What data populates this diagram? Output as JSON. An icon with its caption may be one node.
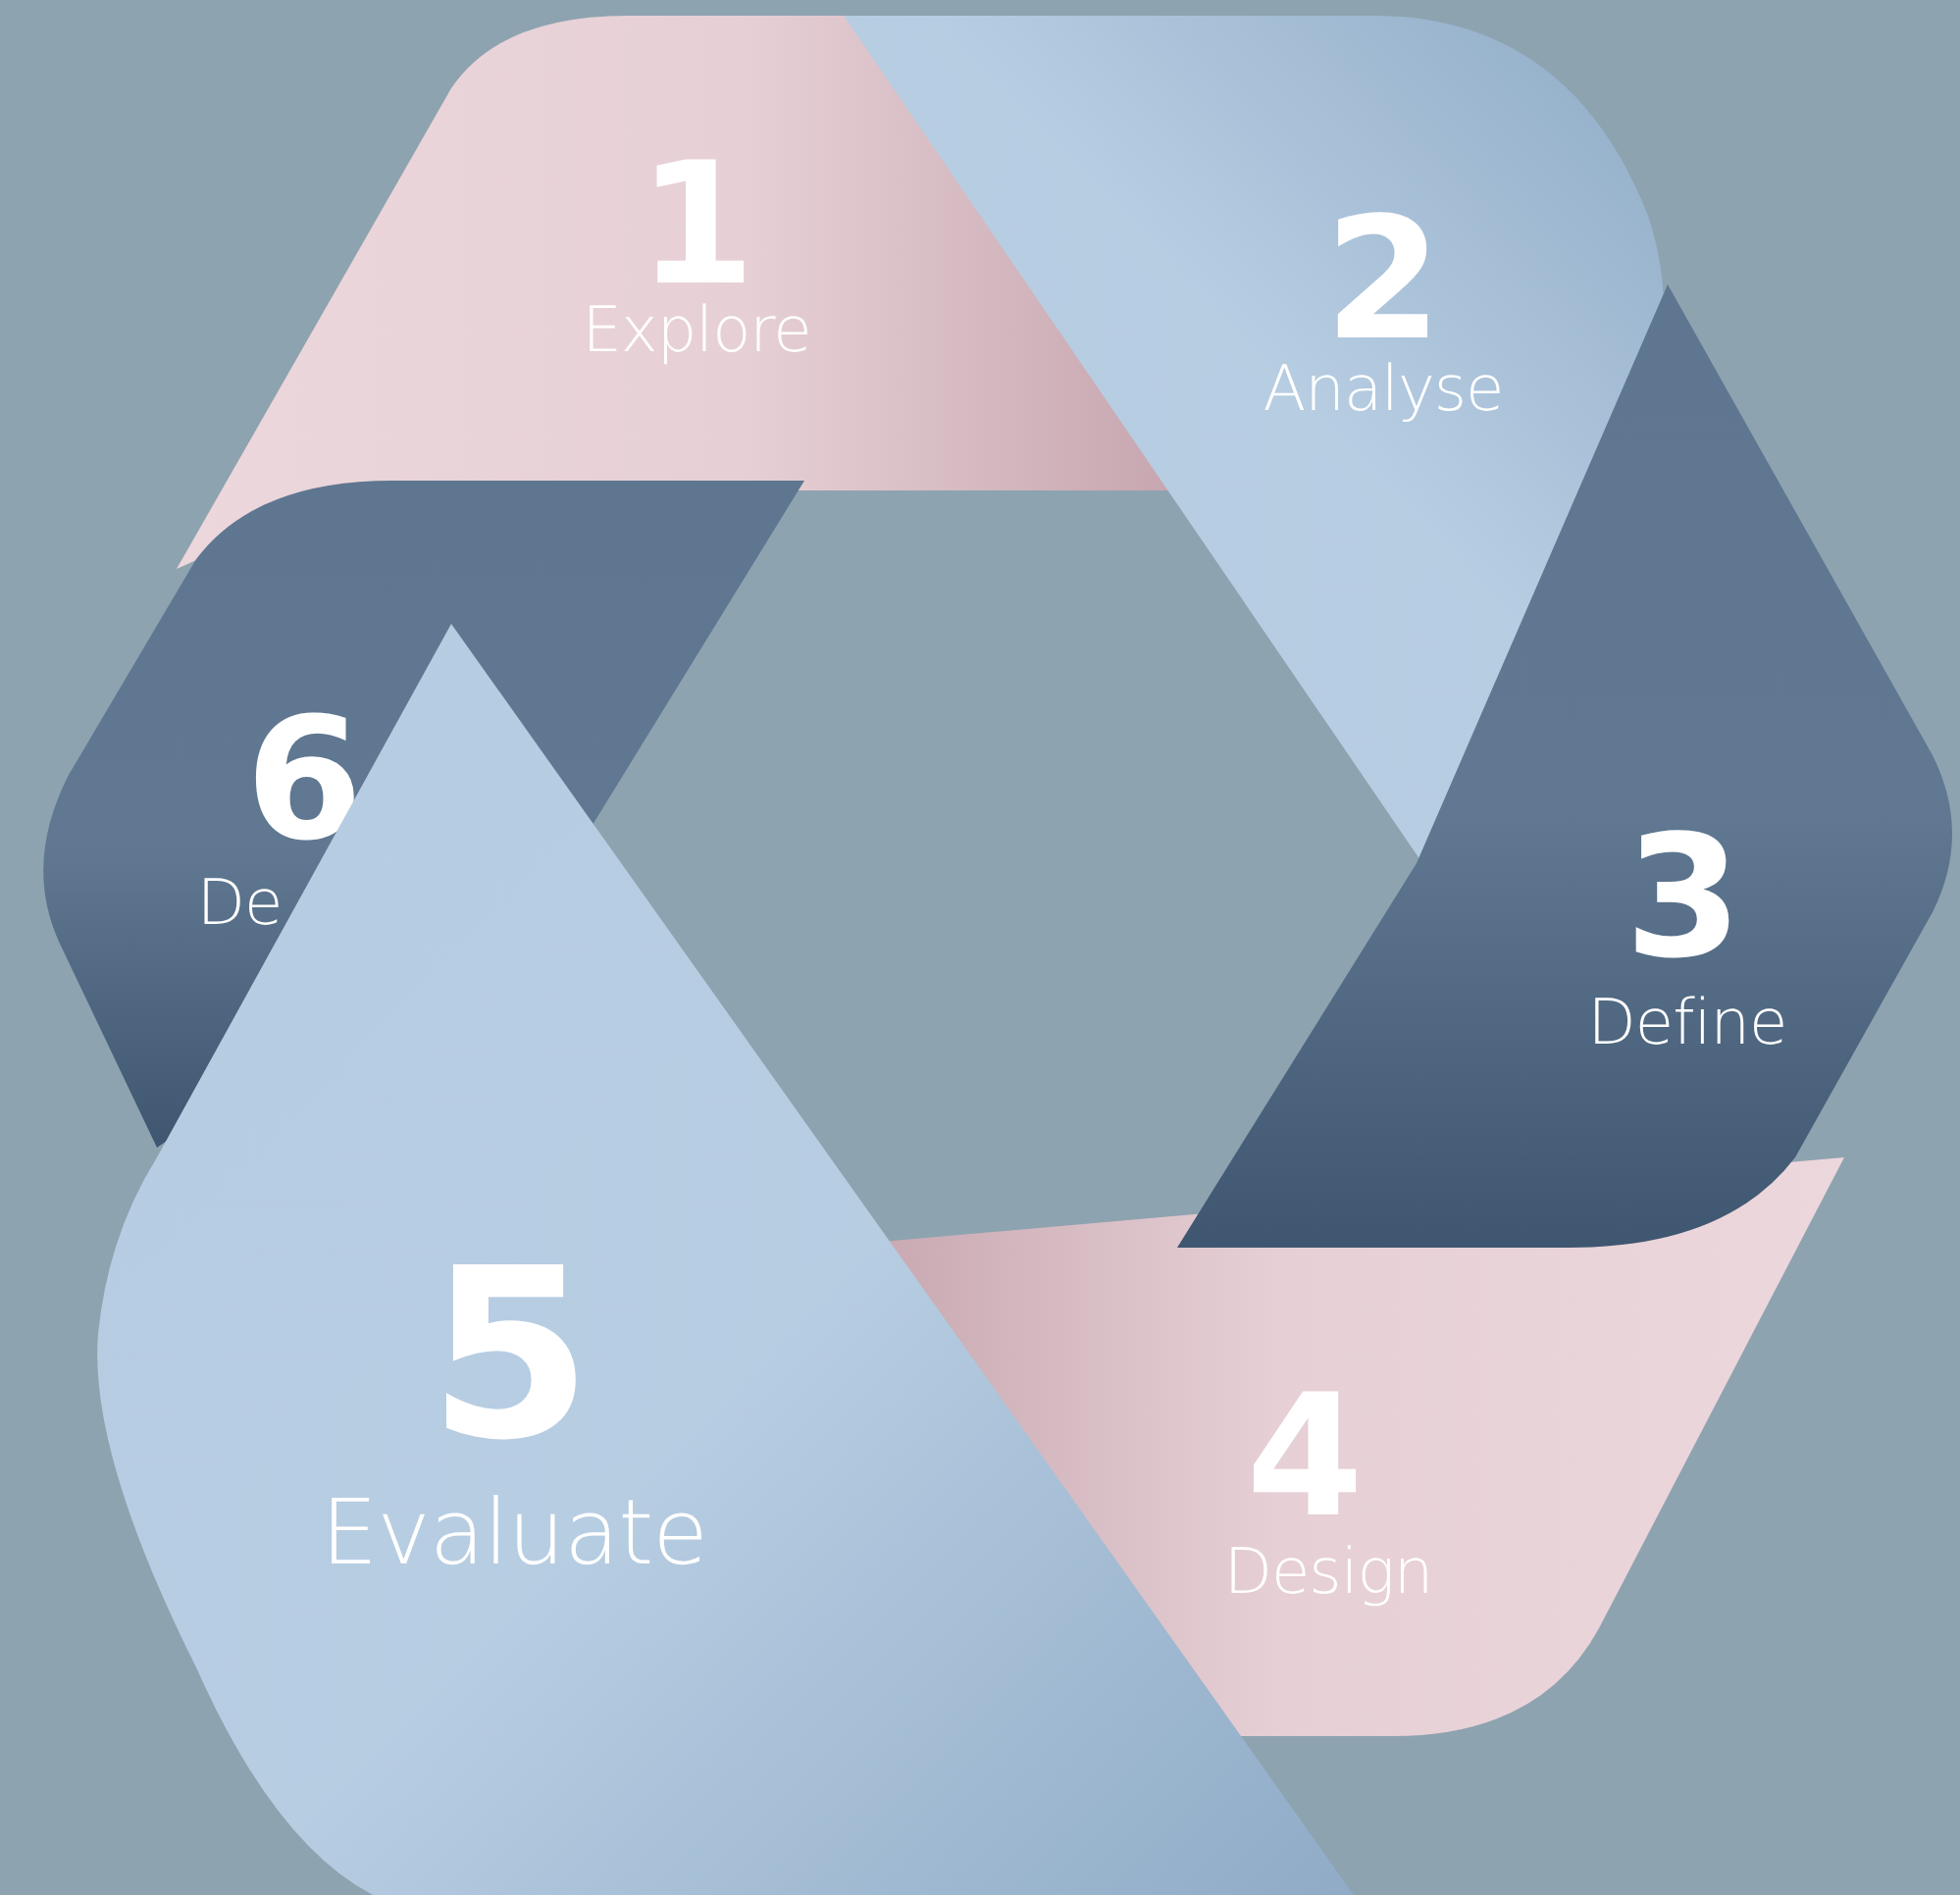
{
  "diagram": {
    "nodes": [
      {
        "text": [
          "1",
          "Explore"
        ]
      },
      {
        "text": [
          "2",
          "Analyse"
        ]
      },
      {
        "text": [
          "3",
          "Define"
        ]
      },
      {
        "text": [
          "4",
          "Design"
        ]
      },
      {
        "text": [
          "5",
          "Evaluate"
        ]
      },
      {
        "text": [
          "6",
          "De"
        ]
      }
    ]
  }
}
